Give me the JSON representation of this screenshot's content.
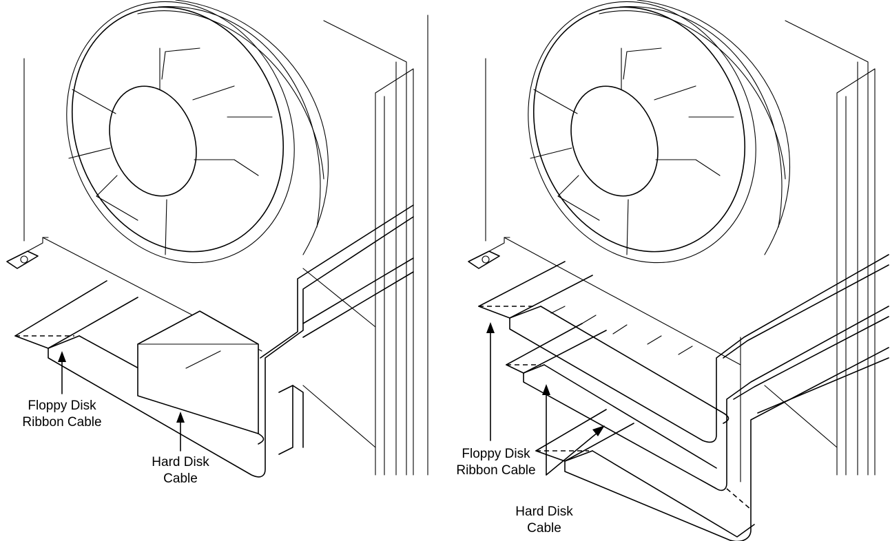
{
  "left_panel": {
    "floppy_label_line1": "Floppy Disk",
    "floppy_label_line2": "Ribbon Cable",
    "hard_label_line1": "Hard Disk",
    "hard_label_line2": "Cable"
  },
  "right_panel": {
    "floppy_label_line1": "Floppy Disk",
    "floppy_label_line2": "Ribbon Cable",
    "hard_label_line1": "Hard Disk",
    "hard_label_line2": "Cable"
  }
}
